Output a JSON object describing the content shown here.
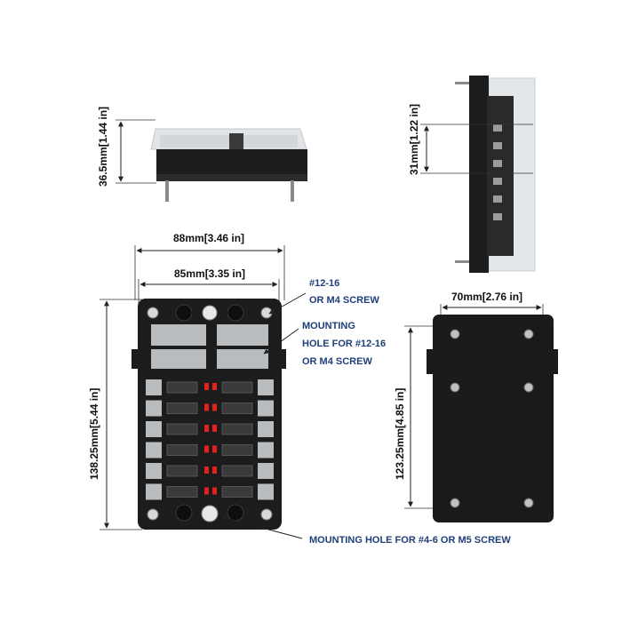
{
  "dimensions": {
    "top_height": "36.5mm[1.44 in]",
    "side_height": "31mm[1.22 in]",
    "overall_width": "88mm[3.46 in]",
    "hole_spacing_width": "85mm[3.35 in]",
    "back_width": "70mm[2.76 in]",
    "overall_height": "138.25mm[5.44 in]",
    "back_height": "123.25mm[4.85 in]"
  },
  "callouts": {
    "screw_line1": "#12-16",
    "screw_line2": "OR M4 SCREW",
    "mount_line1": "MOUNTING",
    "mount_line2": "HOLE FOR #12-16",
    "mount_line3": "OR M4 SCREW",
    "bottom_hole": "MOUNTING HOLE FOR #4-6 OR M5 SCREW"
  },
  "colors": {
    "housing": "#1c1c1c",
    "lid": "#e4e7ea",
    "terminal": "#b9bcbf",
    "led": "#e0231f",
    "callout_text": "#1f3f7a"
  }
}
